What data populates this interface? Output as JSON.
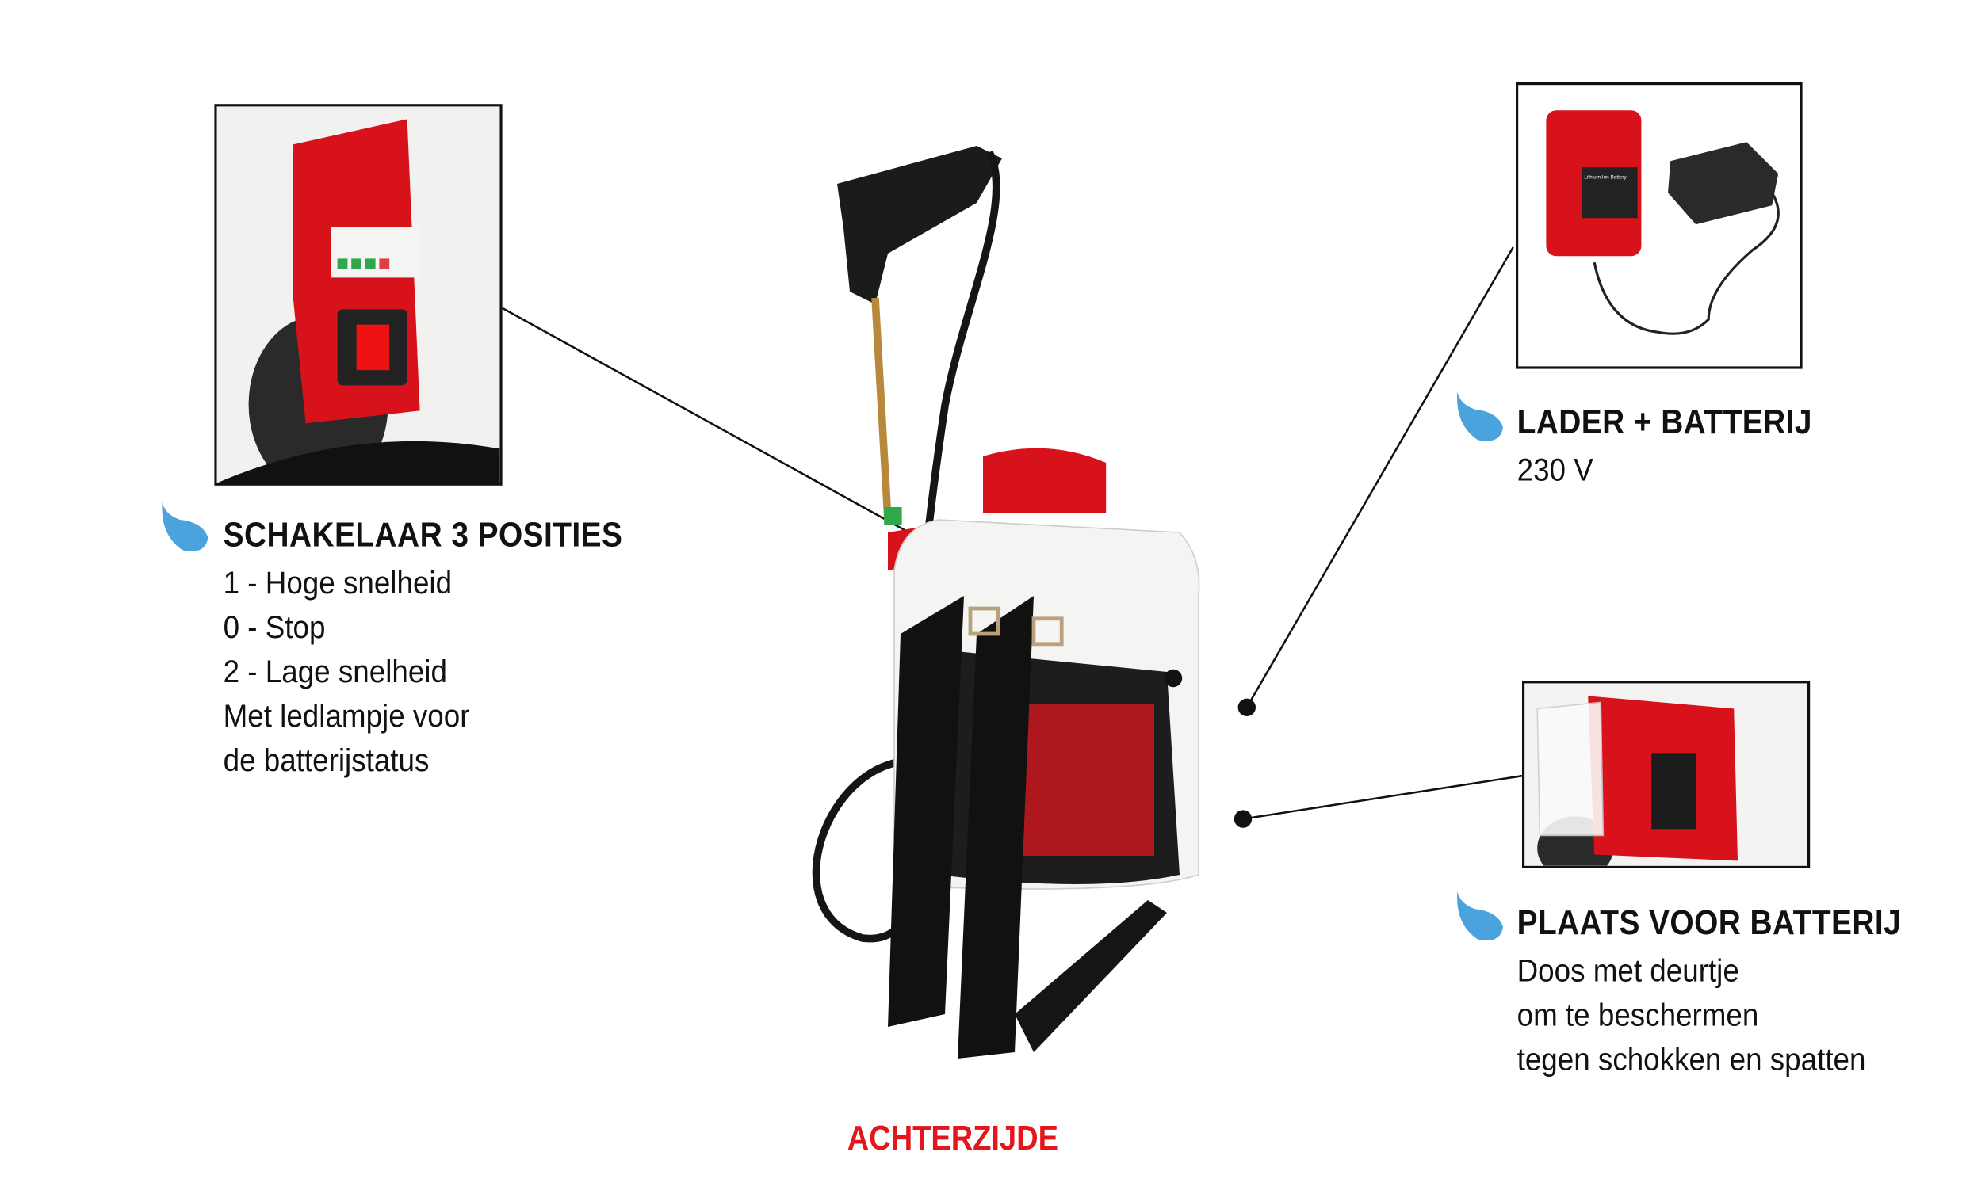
{
  "switch_section": {
    "title": "SCHAKELAAR 3 POSITIES",
    "lines": [
      "1 - Hoge snelheid",
      "0 - Stop",
      "2 - Lage snelheid",
      "Met ledlampje voor",
      "de batterijstatus"
    ]
  },
  "charger_section": {
    "title": "LADER + BATTERIJ",
    "lines": [
      "230 V"
    ],
    "battery_label": "Lithium Ion Battery"
  },
  "battery_slot_section": {
    "title": "PLAATS VOOR BATTERIJ",
    "lines": [
      "Doos met deurtje",
      "om te beschermen",
      "tegen schokken en spatten"
    ]
  },
  "caption": "ACHTERZIJDE",
  "colors": {
    "accent_red": "#e3161b",
    "drop_blue": "#4aa3dc",
    "product_red": "#d8121a"
  }
}
